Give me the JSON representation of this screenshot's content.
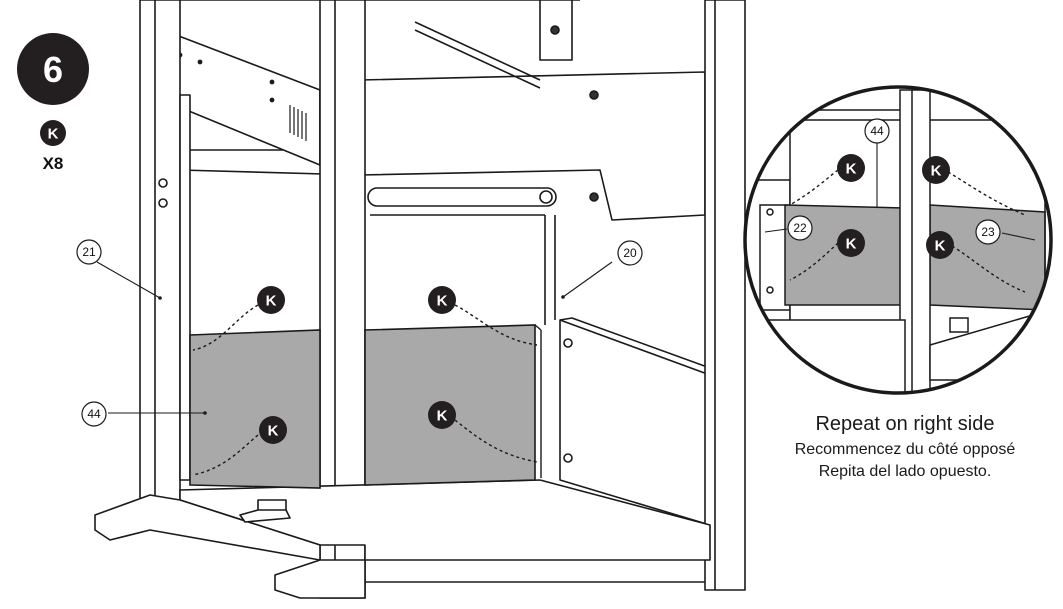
{
  "step": {
    "number": "6"
  },
  "hardware": {
    "letter": "K",
    "quantity": "X8"
  },
  "parts": {
    "p21": "21",
    "p20": "20",
    "p44": "44",
    "p22": "22",
    "p23": "23"
  },
  "fastener_label": "K",
  "captions": {
    "en": "Repeat on right side",
    "fr": "Recommencez du côté opposé",
    "es": "Repita del lado opuesto."
  },
  "colors": {
    "panel": "#a9a9a9",
    "ink": "#1a1a1a",
    "badge": "#231f20"
  }
}
